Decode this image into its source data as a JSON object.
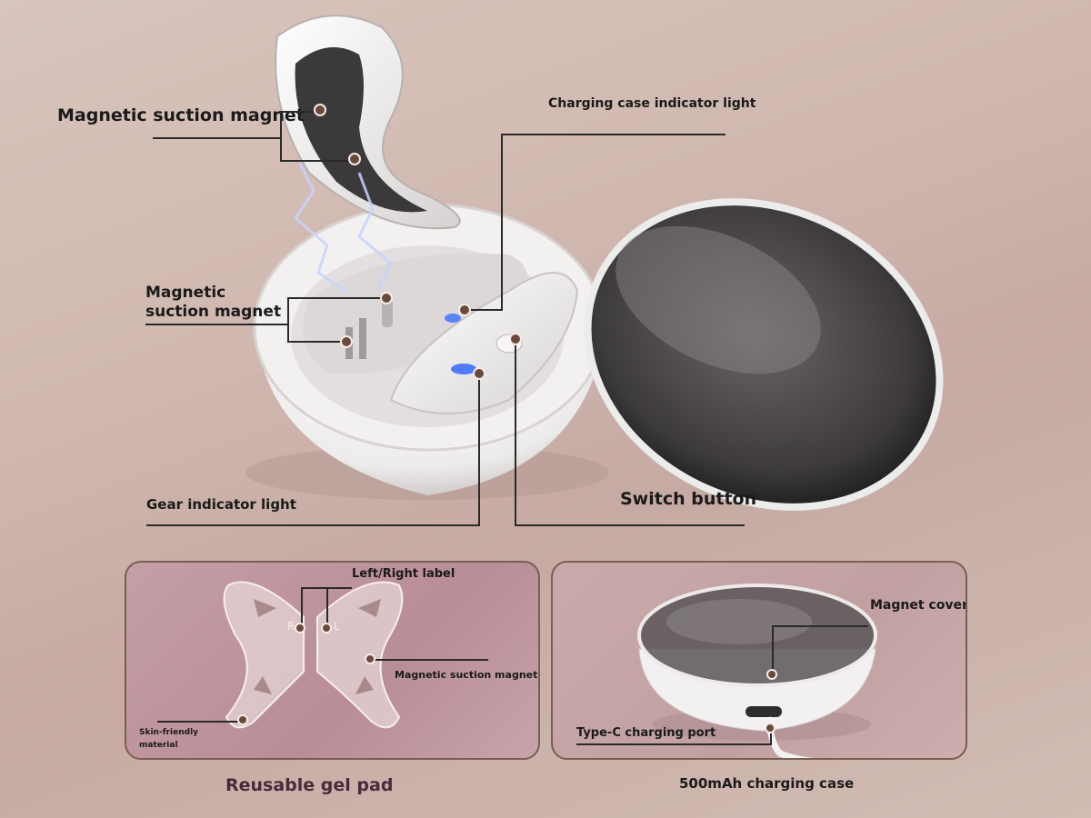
{
  "labels": {
    "magnetic_top": "Magnetic suction magnet",
    "charging_indicator": "Charging case indicator light",
    "magnetic_mid_line1": "Magnetic",
    "magnetic_mid_line2": "suction magnet",
    "gear_indicator": "Gear indicator light",
    "switch_button": "Switch button"
  },
  "left_panel": {
    "left_right_label": "Left/Right label",
    "magnetic_magnet": "Magnetic suction magnet",
    "skin_line1": "Skin-friendly",
    "skin_line2": "material",
    "pad_letter_right": "R",
    "pad_letter_left": "L",
    "caption": "Reusable gel pad"
  },
  "right_panel": {
    "magnet_cover": "Magnet cover",
    "type_c": "Type-C charging port",
    "caption": "500mAh charging case"
  },
  "colors": {
    "caption_left": "#4a2a3a",
    "panel_border": "#7a5e52",
    "dot": "#6b4a3c"
  }
}
